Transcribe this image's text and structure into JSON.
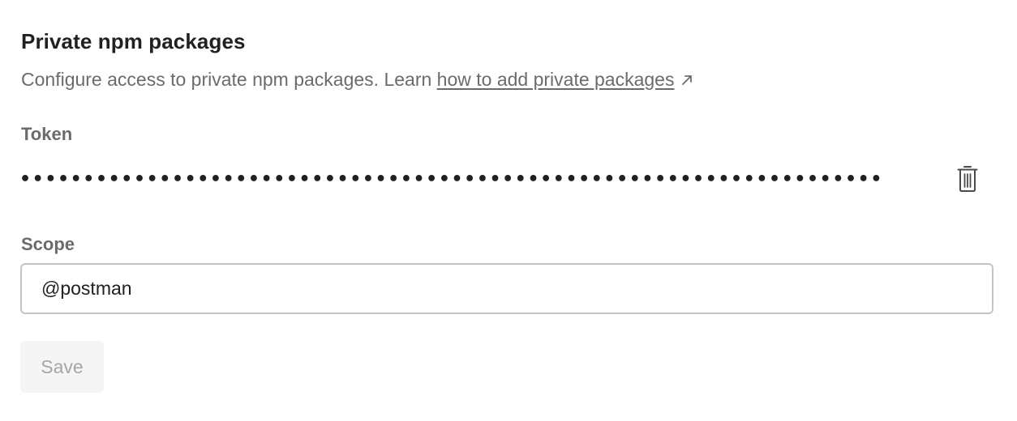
{
  "section": {
    "title": "Private npm packages",
    "description_prefix": "Configure access to private npm packages. Learn ",
    "link_text": "how to add private packages",
    "link_icon": "external-arrow-icon"
  },
  "token": {
    "label": "Token",
    "masked_value": "••••••••••••••••••••••••••••••••••••••••••••••••••••••••••••••••••••",
    "delete_icon": "trash-icon"
  },
  "scope": {
    "label": "Scope",
    "value": "@postman"
  },
  "actions": {
    "save_label": "Save",
    "save_disabled": true
  },
  "colors": {
    "text_primary": "#212121",
    "text_secondary": "#6b6b6b",
    "input_border": "#c4c4c4",
    "button_disabled_bg": "#f5f5f5",
    "button_disabled_text": "#a6a6a6"
  }
}
